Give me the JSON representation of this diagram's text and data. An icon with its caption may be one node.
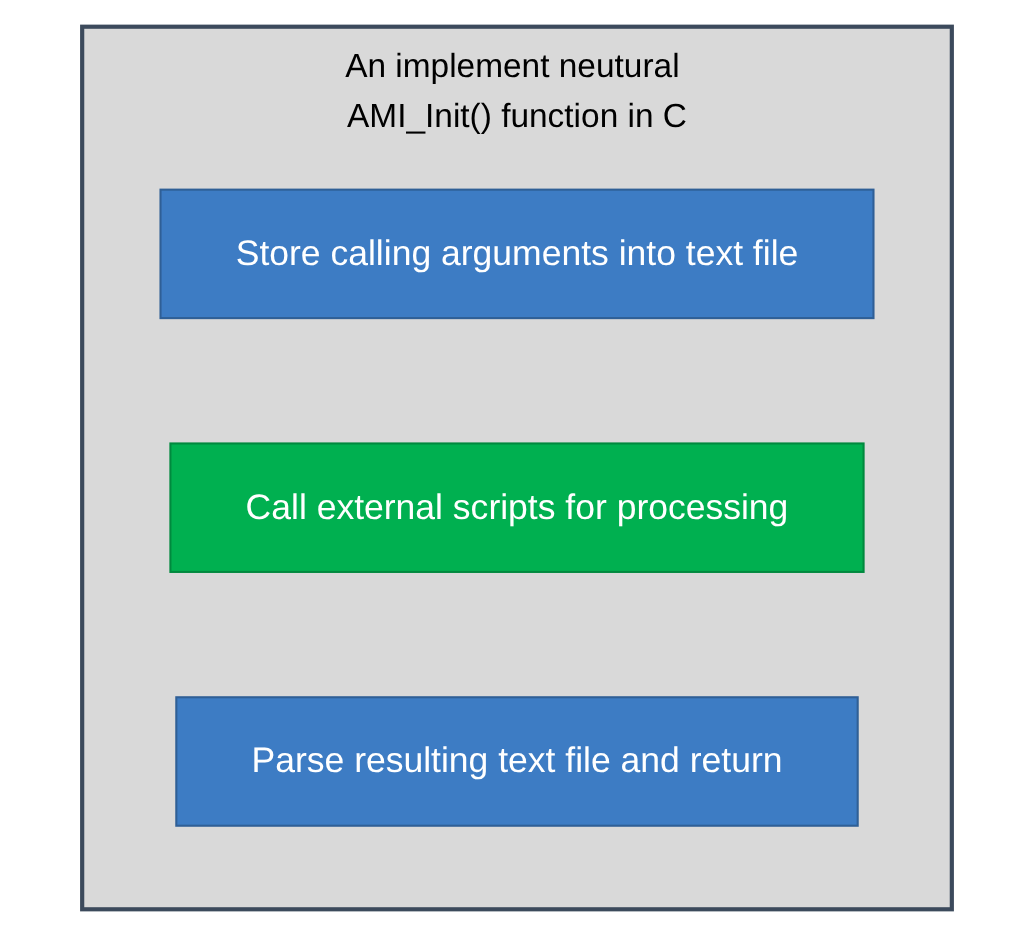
{
  "diagram": {
    "nodes": [
      {
        "text": [
          "An implement neutural AMI_Init() function in C"
        ]
      },
      {
        "text": [
          "Store calling arguments into text file"
        ],
        "in": 0
      },
      {
        "text": [
          "Call external scripts for processing"
        ],
        "in": 0
      },
      {
        "text": [
          "Parse resulting text file and return"
        ],
        "in": 0
      }
    ]
  }
}
